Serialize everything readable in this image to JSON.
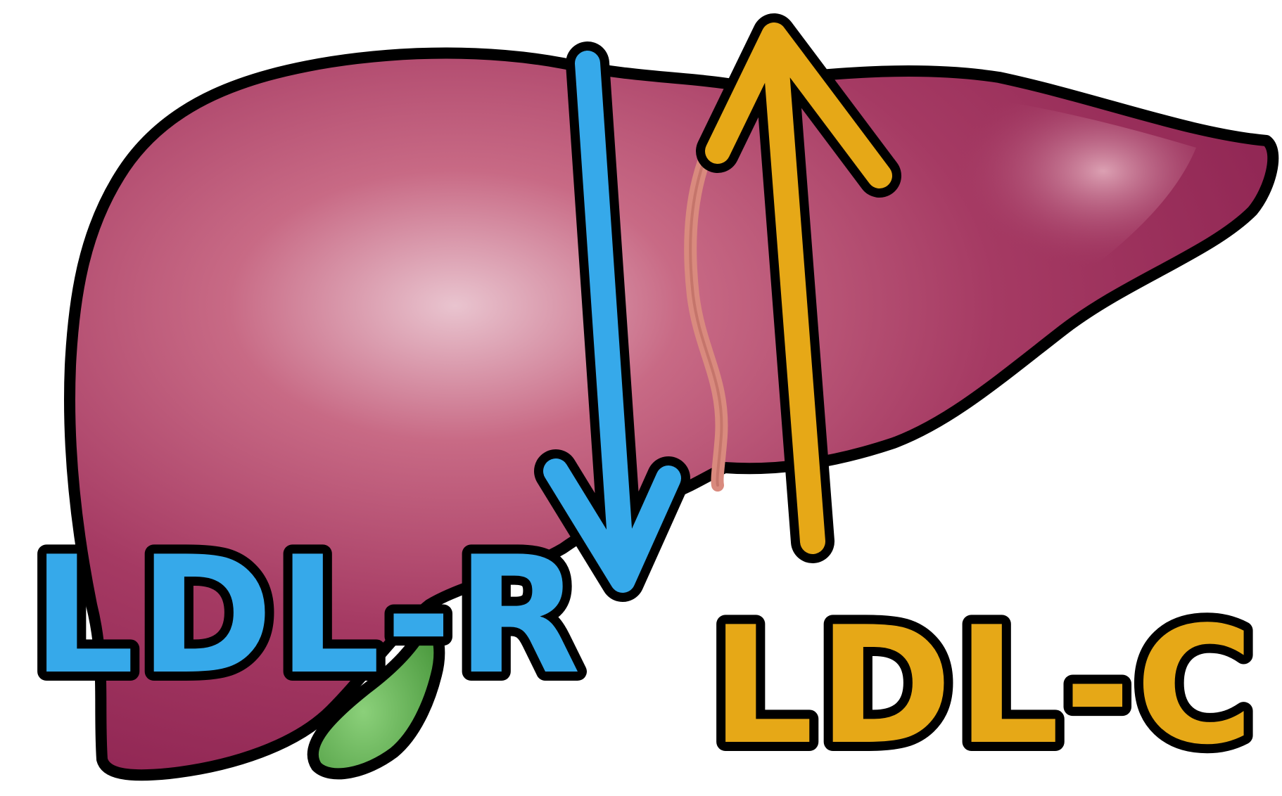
{
  "labels": {
    "receptor": "LDL-R",
    "cholesterol": "LDL-C"
  },
  "colors": {
    "receptor": "#36a9ea",
    "cholesterol": "#e6a817",
    "liver": "#a23a63",
    "gallbladder": "#6fb85a",
    "ligament": "#d98a7e",
    "outline": "#000000"
  },
  "arrows": {
    "receptor_direction": "down",
    "cholesterol_direction": "up"
  }
}
